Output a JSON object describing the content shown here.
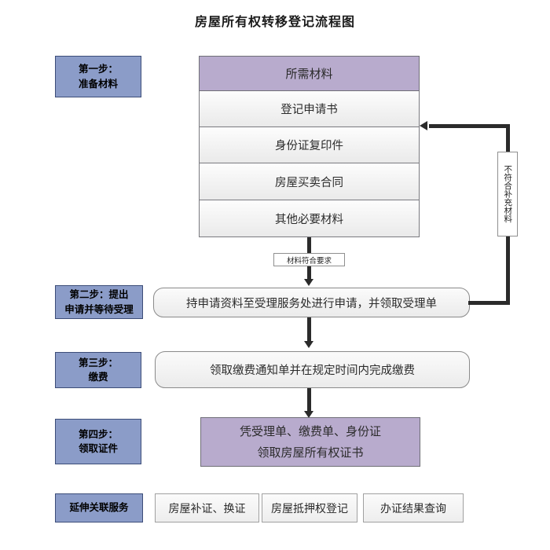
{
  "title": "房屋所有权转移登记流程图",
  "steps": [
    {
      "line1": "第一步：",
      "line2": "准备材料"
    },
    {
      "line1": "第二步：提出",
      "line2": "申请并等待受理"
    },
    {
      "line1": "第三步：",
      "line2": "缴费"
    },
    {
      "line1": "第四步：",
      "line2": "领取证件"
    },
    {
      "line1": "延伸关联服务",
      "line2": ""
    }
  ],
  "materials": {
    "header": "所需材料",
    "items": [
      "登记申请书",
      "身份证复印件",
      "房屋买卖合同",
      "其他必要材料"
    ]
  },
  "process": {
    "apply": "持申请资料至受理服务处进行申请，并领取受理单",
    "payment": "领取缴费通知单并在规定时间内完成缴费",
    "certificate_line1": "凭受理单、缴费单、身份证",
    "certificate_line2": "领取房屋所有权证书"
  },
  "edges": {
    "pass_label": "材料符合要求",
    "fail_label": "不符合补充材料"
  },
  "extended_services": [
    "房屋补证、换证",
    "房屋抵押权登记",
    "办证结果查询"
  ],
  "colors": {
    "step_box": "#8b9cc8",
    "step_border": "#3c4d78",
    "purple_box": "#b8abcd",
    "connector": "#2b2b2b"
  }
}
